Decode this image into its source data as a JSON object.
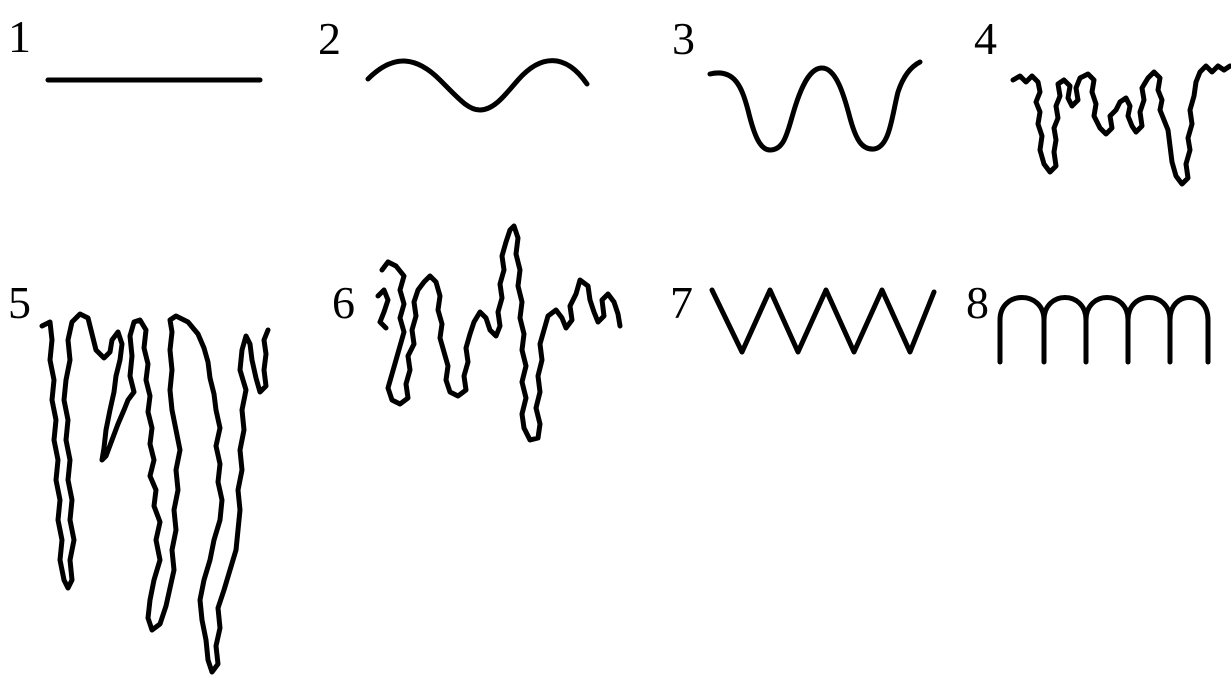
{
  "diagram": {
    "profiles": [
      {
        "label": "1",
        "shape": "straight-line"
      },
      {
        "label": "2",
        "shape": "gentle-wave"
      },
      {
        "label": "3",
        "shape": "deep-wave"
      },
      {
        "label": "4",
        "shape": "irregular-fringe"
      },
      {
        "label": "5",
        "shape": "long-irregular-fingers"
      },
      {
        "label": "6",
        "shape": "irregular-fingers"
      },
      {
        "label": "7",
        "shape": "zigzag"
      },
      {
        "label": "8",
        "shape": "arches"
      }
    ],
    "stroke_color": "#000000",
    "background_color": "#ffffff"
  }
}
